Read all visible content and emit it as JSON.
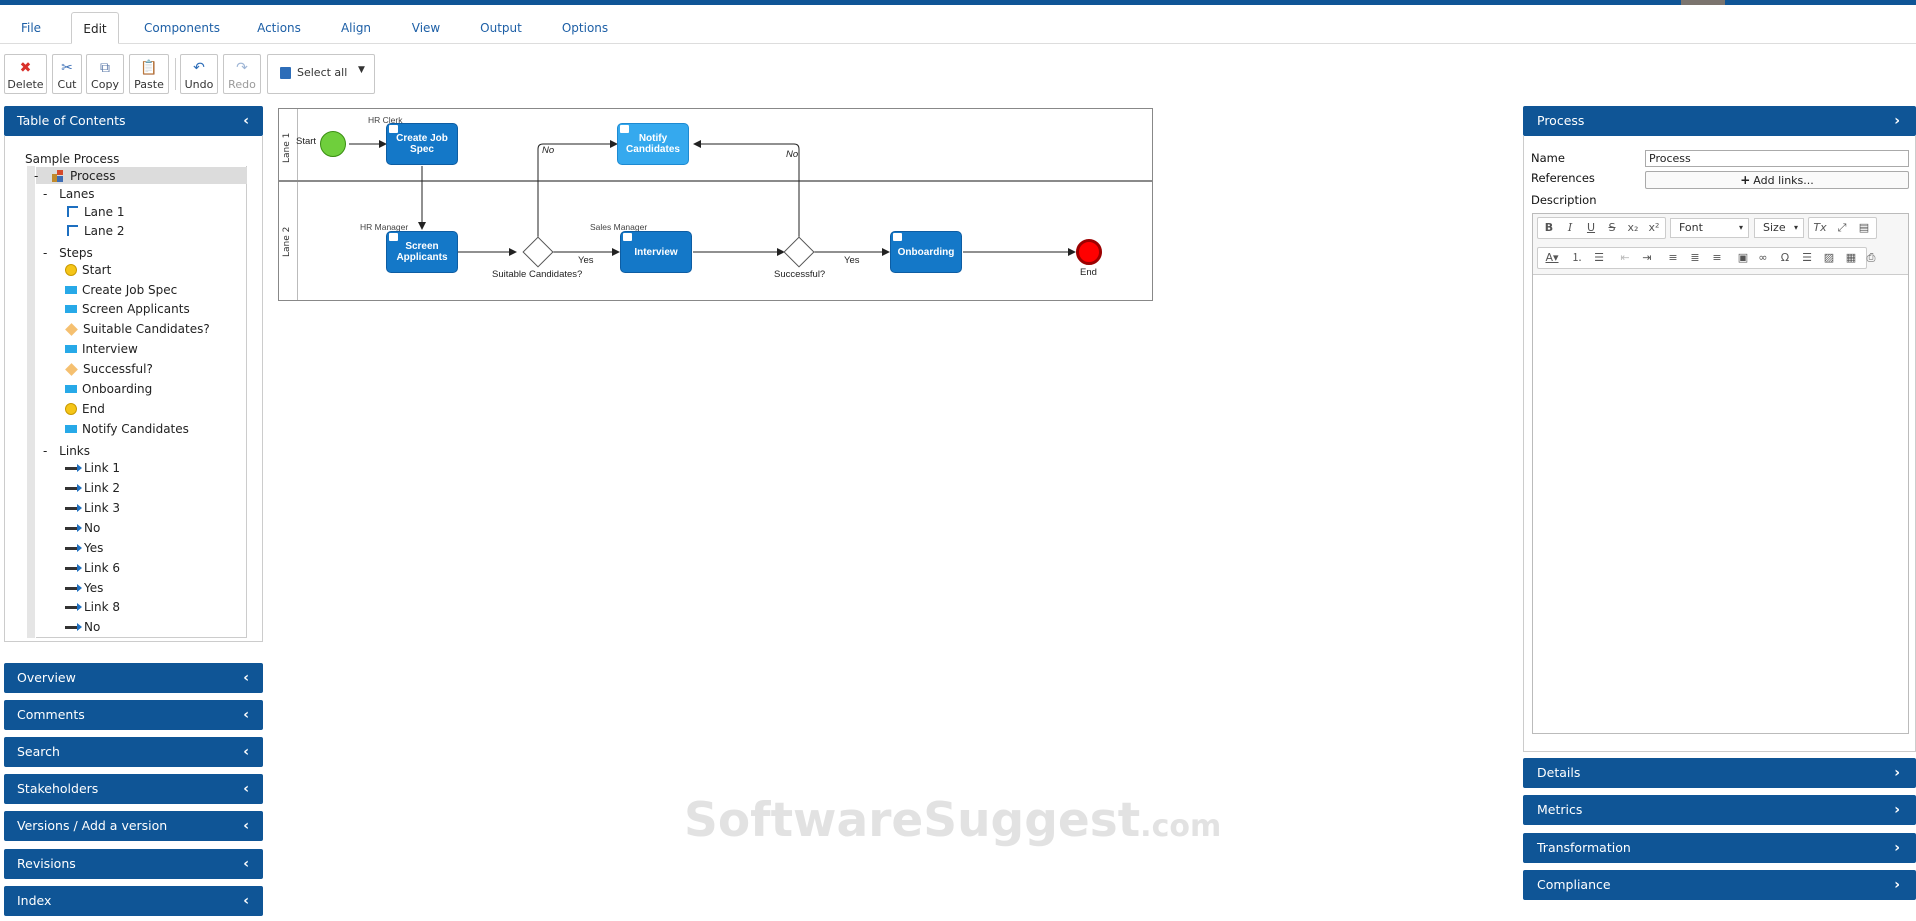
{
  "menu": {
    "tabs": [
      {
        "label": "File"
      },
      {
        "label": "Edit"
      },
      {
        "label": "Components"
      },
      {
        "label": "Actions"
      },
      {
        "label": "Align"
      },
      {
        "label": "View"
      },
      {
        "label": "Output"
      },
      {
        "label": "Options"
      }
    ],
    "active_tab": "Edit"
  },
  "toolbar": {
    "delete": "Delete",
    "cut": "Cut",
    "copy": "Copy",
    "paste": "Paste",
    "undo": "Undo",
    "redo": "Redo",
    "select_all": "Select all"
  },
  "left_panels": {
    "toc_title": "Table of Contents",
    "collapsed": [
      "Overview",
      "Comments",
      "Search",
      "Stakeholders",
      "Versions / Add a version",
      "Revisions",
      "Index"
    ]
  },
  "toc": {
    "root": "Sample Process",
    "process": "Process",
    "lanes_label": "Lanes",
    "lanes": [
      "Lane 1",
      "Lane 2"
    ],
    "steps_label": "Steps",
    "steps": [
      {
        "label": "Start",
        "kind": "event"
      },
      {
        "label": "Create Job Spec",
        "kind": "task"
      },
      {
        "label": "Screen Applicants",
        "kind": "task"
      },
      {
        "label": "Suitable Candidates?",
        "kind": "gateway"
      },
      {
        "label": "Interview",
        "kind": "task"
      },
      {
        "label": "Successful?",
        "kind": "gateway"
      },
      {
        "label": "Onboarding",
        "kind": "task"
      },
      {
        "label": "End",
        "kind": "event"
      },
      {
        "label": "Notify Candidates",
        "kind": "task"
      }
    ],
    "links_label": "Links",
    "links": [
      "Link 1",
      "Link 2",
      "Link 3",
      "No",
      "Yes",
      "Link 6",
      "Yes",
      "Link 8",
      "No"
    ],
    "collapse_glyph": "-"
  },
  "diagram": {
    "lane1": "Lane 1",
    "lane2": "Lane 2",
    "start": "Start",
    "end": "End",
    "tasks": {
      "create_job_spec": "Create Job Spec",
      "notify_candidates": "Notify Candidates",
      "screen_applicants": "Screen Applicants",
      "interview": "Interview",
      "onboarding": "Onboarding"
    },
    "roles": {
      "hr_clerk": "HR Clerk",
      "hr_manager": "HR Manager",
      "sales_manager": "Sales Manager"
    },
    "gateways": {
      "suitable": "Suitable Candidates?",
      "successful": "Successful?"
    },
    "flow_labels": {
      "no1": "No",
      "yes1": "Yes",
      "no2": "No",
      "yes2": "Yes"
    }
  },
  "right_panel": {
    "title": "Process",
    "name_label": "Name",
    "name_value": "Process",
    "references_label": "References",
    "add_links": "Add links...",
    "description_label": "Description",
    "editor": {
      "font": "Font",
      "size": "Size"
    },
    "collapsed": [
      "Details",
      "Metrics",
      "Transformation",
      "Compliance"
    ]
  },
  "watermark": {
    "main": "SoftwareSuggest",
    "suffix": ".com"
  },
  "colors": {
    "panel_blue": "#0f5596",
    "task_blue": "#1478c8",
    "task_light": "#35a9ee",
    "start_green": "#6fcf3c",
    "end_red": "#ff0000"
  }
}
